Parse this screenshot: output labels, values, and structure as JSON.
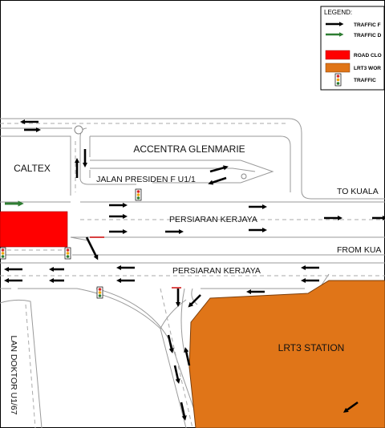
{
  "colors": {
    "road_edge": "#9a9a9a",
    "lane_mark": "#aaaaaa",
    "arrow_black": "#000000",
    "arrow_green": "#2e7d32",
    "closure_red": "#ff0000",
    "works_orange": "#e07518",
    "station_border": "#7a3d0a"
  },
  "legend": {
    "title": "LEGEND:",
    "items": [
      {
        "icon": "black-arrow-icon",
        "label": "TRAFFIC F"
      },
      {
        "icon": "green-arrow-icon",
        "label": "TRAFFIC D"
      },
      {
        "icon": "red-box-icon",
        "label": "ROAD CLO"
      },
      {
        "icon": "orange-box-icon",
        "label": "LRT3 WOR"
      },
      {
        "icon": "traffic-light-icon",
        "label": "TRAFFIC"
      }
    ]
  },
  "labels": {
    "caltex": "CALTEX",
    "accentra": "ACCENTRA GLENMARIE",
    "jalan_presiden": "JALAN PRESIDEN F U1/1",
    "to_kuala": "TO KUALA",
    "persiaran_upper": "PERSIARAN KERJAYA",
    "from_kua": "FROM KUA",
    "persiaran_lower": "PERSIARAN KERJAYA",
    "lrt3_station": "LRT3 STATION",
    "jalan_doktor": "LAN DOKTOR U1/67"
  }
}
